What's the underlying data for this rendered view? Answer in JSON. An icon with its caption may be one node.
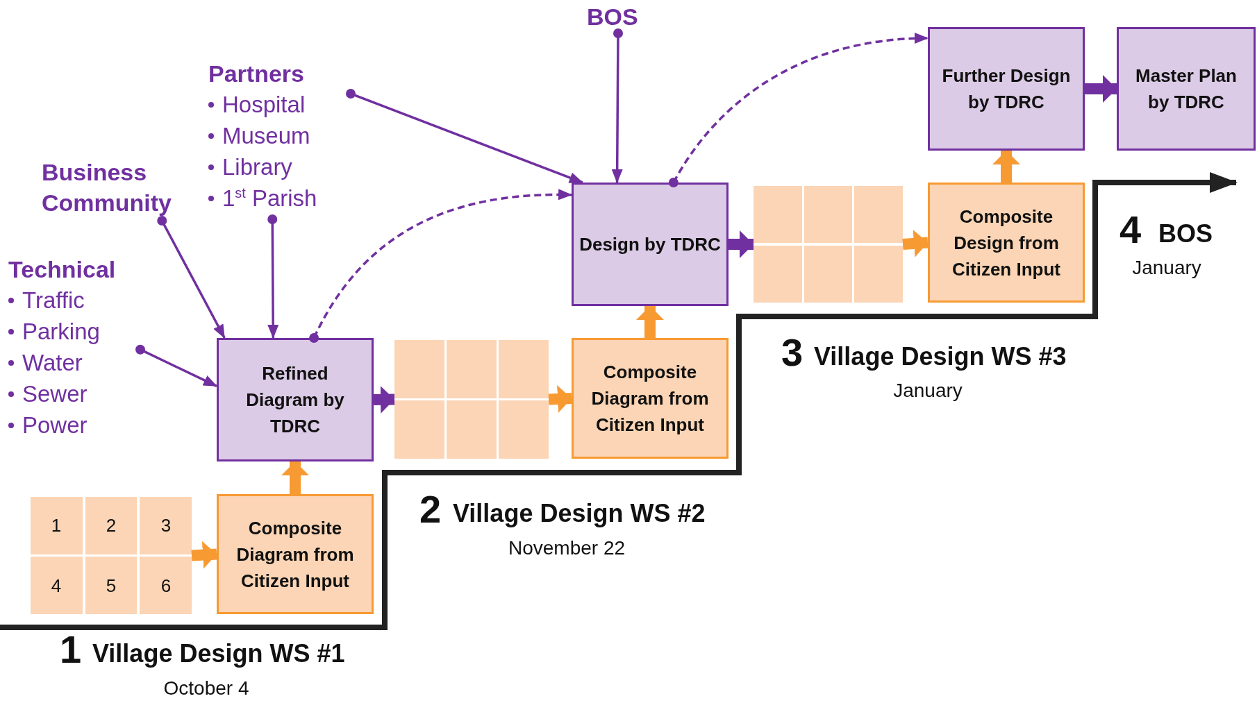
{
  "diagram": {
    "nodes": [
      {
        "text": [
          "Technical",
          "Traffic",
          "Parking",
          "Water",
          "Sewer",
          "Power"
        ]
      },
      {
        "text": [
          "Business Community"
        ]
      },
      {
        "text": [
          "Partners",
          "Hospital",
          "Museum",
          "Library",
          "1$^{st}$ Parish"
        ]
      },
      {
        "text": [
          "BOS"
        ]
      },
      {
        "text": [],
        "shape": "box"
      },
      {
        "text": [
          "1"
        ],
        "in": 4
      },
      {
        "text": [
          "2"
        ],
        "in": 4
      },
      {
        "text": [
          "3"
        ],
        "in": 4
      },
      {
        "text": [
          "4"
        ],
        "in": 4
      },
      {
        "text": [
          "5"
        ],
        "in": 4
      },
      {
        "text": [
          "6"
        ],
        "in": 4
      },
      {
        "text": [
          "Composite Diagram from Citizen Input"
        ]
      },
      {
        "text": [
          "Refined Diagram by TDRC"
        ]
      },
      {
        "text": [],
        "shape": "box"
      },
      {
        "text": [
          "Composite Diagram from Citizen Input"
        ]
      },
      {
        "text": [
          "Design by TDRC"
        ]
      },
      {
        "text": [],
        "shape": "box"
      },
      {
        "text": [
          "Composite Design from Citizen Input"
        ]
      },
      {
        "text": [
          "Further Design by TDRC"
        ]
      },
      {
        "text": [
          "Master Plan by TDRC"
        ]
      }
    ],
    "edges": [
      {
        "from": 0,
        "to": 12,
        "arrow": "to"
      },
      {
        "from": 1,
        "to": 12,
        "arrow": "to"
      },
      {
        "from": 2,
        "to": 12,
        "arrow": "to"
      },
      {
        "from": 2,
        "to": 15,
        "arrow": "to"
      },
      {
        "from": 12,
        "to": 15,
        "arrow": "to",
        "style": "dashed"
      },
      {
        "from": 3,
        "to": 15,
        "arrow": "to"
      },
      {
        "from": 15,
        "to": 18,
        "arrow": "to",
        "style": "dashed"
      },
      {
        "from": 4,
        "to": 11,
        "arrow": "to",
        "color": "#f79a32"
      },
      {
        "from": 11,
        "to": 12,
        "arrow": "to",
        "color": "#f79a32"
      },
      {
        "from": 12,
        "to": 13,
        "arrow": "to"
      },
      {
        "from": 13,
        "to": 14,
        "arrow": "to",
        "color": "#f79a32"
      },
      {
        "from": 14,
        "to": 15,
        "arrow": "to",
        "color": "#f79a32"
      },
      {
        "from": 15,
        "to": 16,
        "arrow": "to"
      },
      {
        "from": 16,
        "to": 17,
        "arrow": "to",
        "color": "#f79a32"
      },
      {
        "from": 17,
        "to": 18,
        "arrow": "to",
        "color": "#f79a32"
      },
      {
        "from": 18,
        "to": 19,
        "arrow": "to"
      }
    ],
    "labels": [
      "1",
      "Village Design WS #1",
      "October 4",
      "2",
      "Village Design WS #2",
      "November 22",
      "3",
      "Village Design WS #3",
      "January",
      "4",
      "BOS",
      "January"
    ]
  }
}
